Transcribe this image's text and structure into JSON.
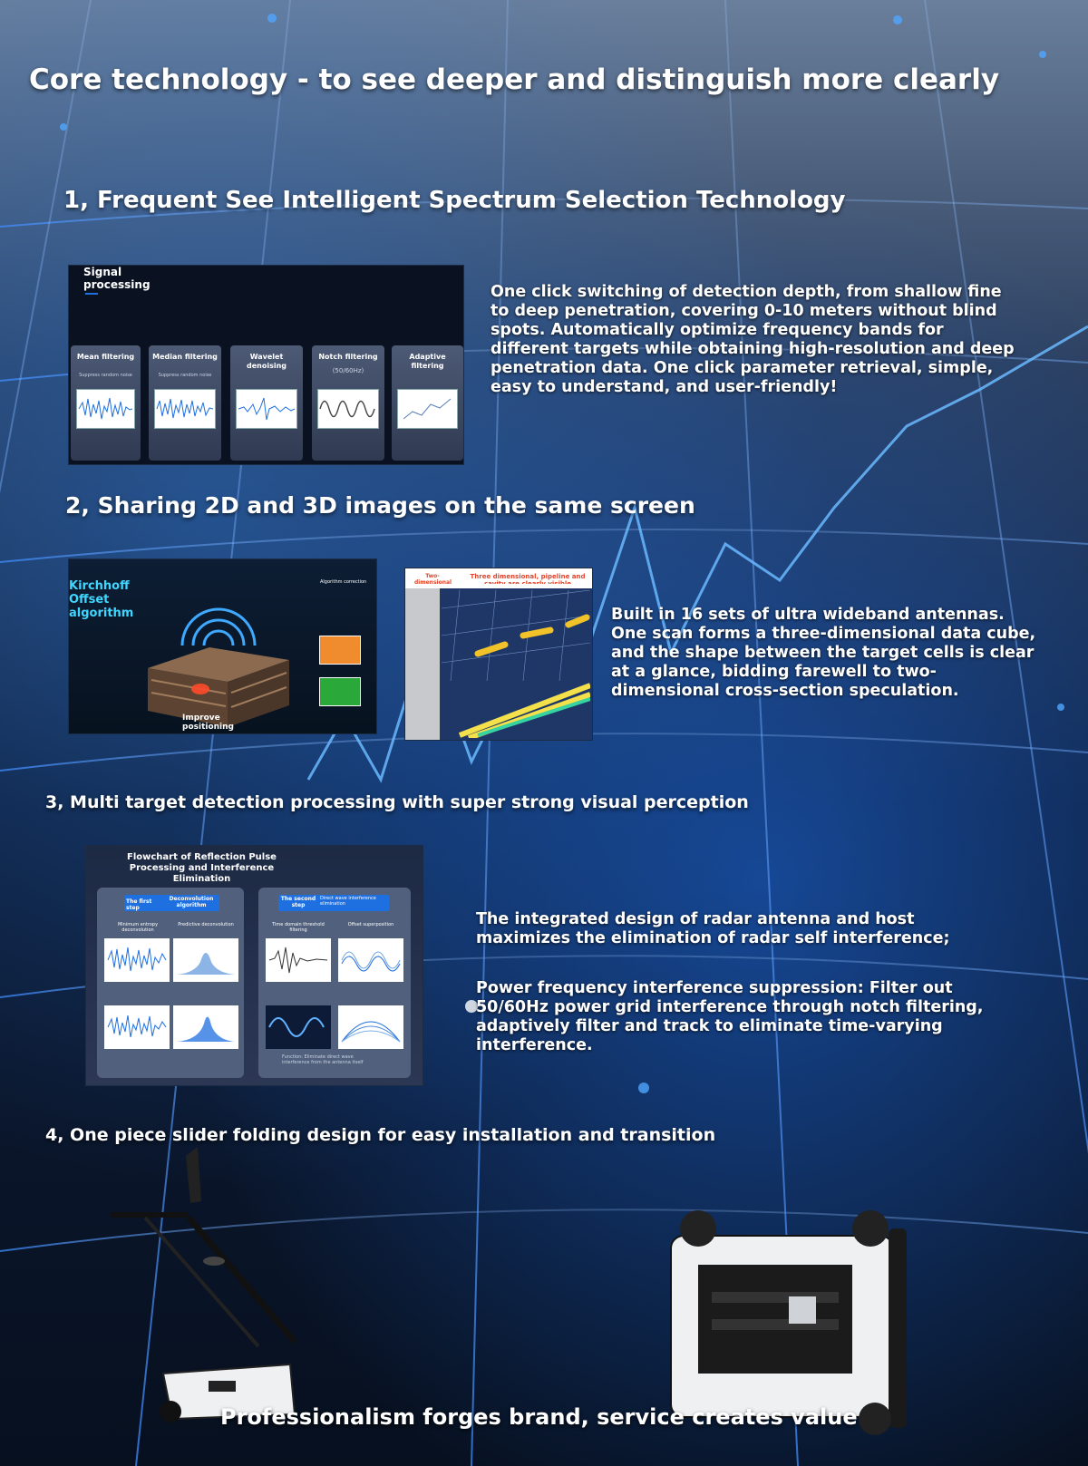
{
  "page": {
    "title": "Core technology - to see deeper and distinguish more clearly",
    "footer_slogan": "Professionalism forges brand, service creates value"
  },
  "section1": {
    "heading": "1, Frequent See Intelligent Spectrum Selection Technology",
    "description": "One click switching of detection depth, from shallow fine to deep penetration, covering 0-10 meters without blind spots. Automatically optimize frequency bands for different targets while obtaining high-resolution and deep penetration data. One click parameter retrieval, simple, easy to understand, and user-friendly!",
    "panel_title": "Signal processing",
    "filters": [
      {
        "label": "Mean filtering",
        "sub": "Suppress random noise"
      },
      {
        "label": "Median filtering",
        "sub": "Suppress random noise"
      },
      {
        "label": "Wavelet denoising",
        "sub": ""
      },
      {
        "label": "Notch filtering",
        "sub": "(50/60Hz)"
      },
      {
        "label": "Adaptive filtering",
        "sub": ""
      }
    ]
  },
  "section2": {
    "heading": "2, Sharing 2D and 3D images on the same screen",
    "description": "Built in 16 sets of ultra wideband antennas. One scan forms a three-dimensional data cube, and the shape between the target cells is clear at a glance, bidding farewell to two-dimensional cross-section speculation.",
    "kirchhoff_label": "Kirchhoff Offset algorithm",
    "algorithm_correction": "Algorithm correction",
    "improve_label": "Improve positioning accuracy",
    "view3d_tab_left": "Two-dimensional",
    "view3d_tab_right": "Three dimensional, pipeline and cavity are clearly visible"
  },
  "section3": {
    "heading": "3, Multi target detection processing with super strong visual perception",
    "description_1": "The integrated design of radar antenna and host maximizes the elimination of radar self interference;",
    "description_2": "Power frequency interference suppression: Filter out 50/60Hz power grid interference through notch filtering, adaptively filter and track to eliminate time-varying interference.",
    "flow_title": "Flowchart of Reflection Pulse Processing and Interference Elimination",
    "step1_tag": "The first step",
    "step1_name": "Deconvolution algorithm",
    "step1_a": "Minimum entropy deconvolution",
    "step1_b": "Predictive deconvolution",
    "step2_tag": "The second step",
    "step2_name": "Direct wave interference elimination",
    "step2_a": "Time domain threshold filtering",
    "step2_b": "Offset superposition",
    "step2_function": "Function: Eliminate direct wave interference from the antenna itself"
  },
  "section4": {
    "heading": "4, One piece slider folding design for easy installation and transition"
  },
  "colors": {
    "accent_cyan": "#3fd6ff",
    "accent_blue": "#1e6fe0",
    "panel_dark": "#0a1222"
  }
}
